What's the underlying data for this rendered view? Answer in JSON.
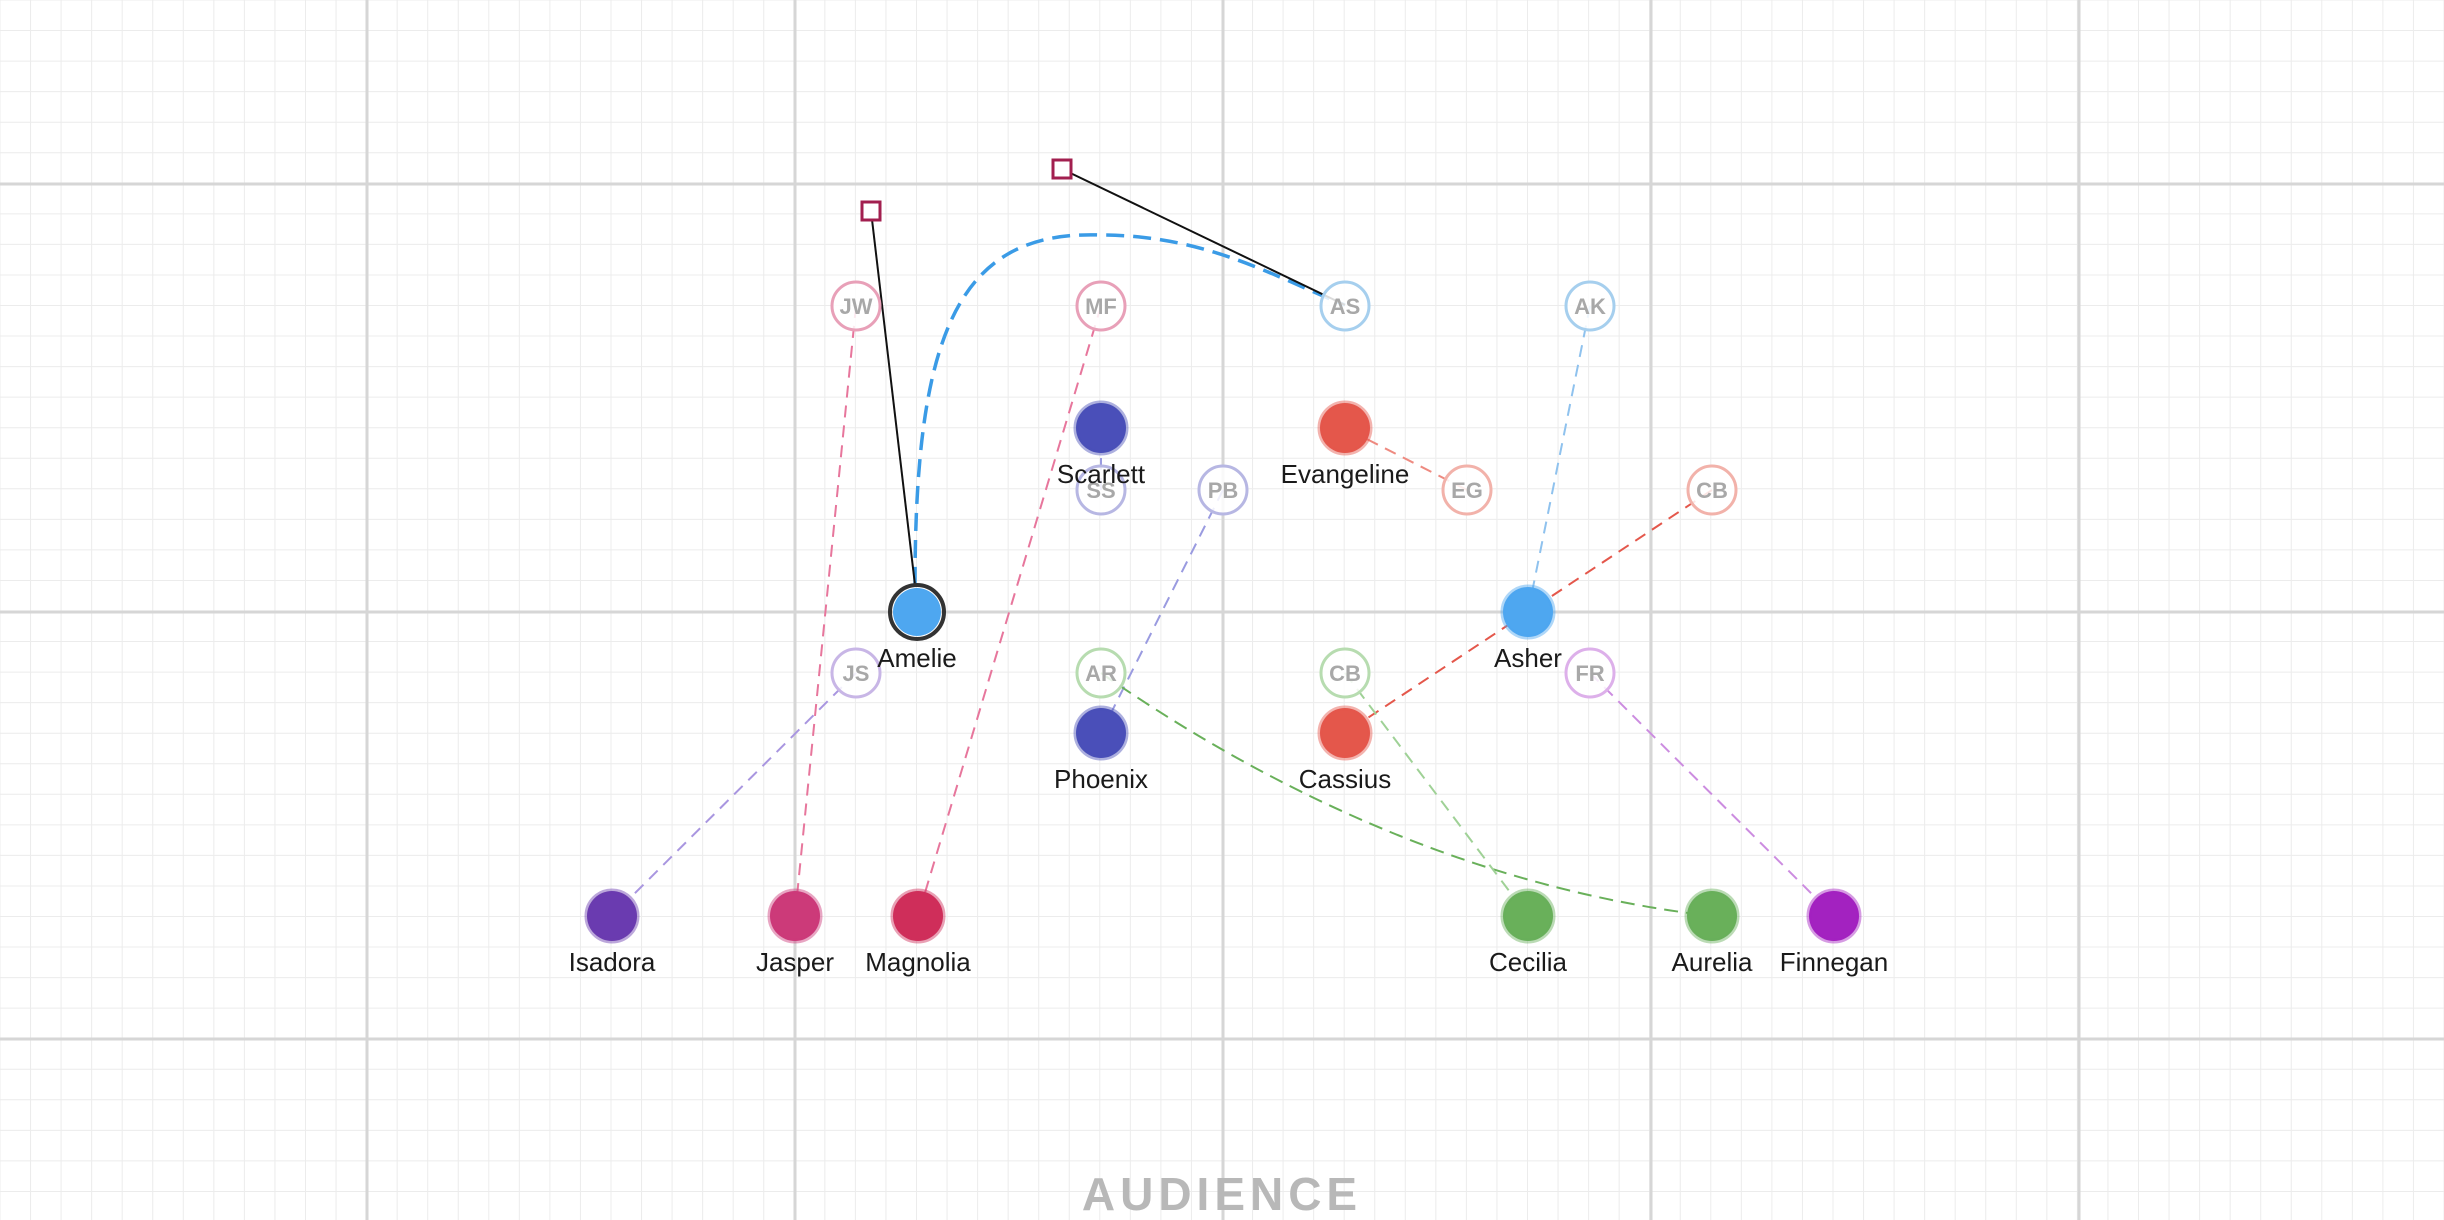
{
  "stage": {
    "audience_label": "AUDIENCE"
  },
  "dancers": [
    {
      "id": "amelie",
      "name": "Amelie",
      "color": "#4ea7f0",
      "selected": true
    },
    {
      "id": "scarlett",
      "name": "Scarlett",
      "color": "#4a4fb9"
    },
    {
      "id": "evangeline",
      "name": "Evangeline",
      "color": "#e4574b"
    },
    {
      "id": "asher",
      "name": "Asher",
      "color": "#4ea7f0"
    },
    {
      "id": "phoenix",
      "name": "Phoenix",
      "color": "#4a4fb9"
    },
    {
      "id": "cassius",
      "name": "Cassius",
      "color": "#e4574b"
    },
    {
      "id": "isadora",
      "name": "Isadora",
      "color": "#6a3bb0"
    },
    {
      "id": "jasper",
      "name": "Jasper",
      "color": "#cc3a79"
    },
    {
      "id": "magnolia",
      "name": "Magnolia",
      "color": "#cf2e5a"
    },
    {
      "id": "cecilia",
      "name": "Cecilia",
      "color": "#69b05a"
    },
    {
      "id": "aurelia",
      "name": "Aurelia",
      "color": "#69b05a"
    },
    {
      "id": "finnegan",
      "name": "Finnegan",
      "color": "#a322c0"
    }
  ],
  "ghosts": [
    {
      "id": "jw",
      "initials": "JW",
      "color": "#e8a0b8"
    },
    {
      "id": "mf",
      "initials": "MF",
      "color": "#e8a0b8"
    },
    {
      "id": "as",
      "initials": "AS",
      "color": "#a6cfee"
    },
    {
      "id": "ak",
      "initials": "AK",
      "color": "#a6cfee"
    },
    {
      "id": "ss",
      "initials": "SS",
      "color": "#b7b7e3"
    },
    {
      "id": "pb",
      "initials": "PB",
      "color": "#b7b7e3"
    },
    {
      "id": "eg",
      "initials": "EG",
      "color": "#f2b2aa"
    },
    {
      "id": "cb1",
      "initials": "CB",
      "color": "#f2b2aa"
    },
    {
      "id": "js",
      "initials": "JS",
      "color": "#c8b6e6"
    },
    {
      "id": "ar",
      "initials": "AR",
      "color": "#b7dcb0"
    },
    {
      "id": "cb2",
      "initials": "CB",
      "color": "#b7dcb0"
    },
    {
      "id": "fr",
      "initials": "FR",
      "color": "#ddb0ea"
    }
  ],
  "paths": [
    {
      "from": "jw",
      "to": "jasper",
      "color": "#e7769c"
    },
    {
      "from": "mf",
      "to": "magnolia",
      "color": "#e7769c"
    },
    {
      "from": "ak",
      "to": "asher",
      "color": "#8fc2ee"
    },
    {
      "from": "pb",
      "to": "phoenix",
      "color": "#9a9be0"
    },
    {
      "from": "eg",
      "to": "evangeline",
      "color": "#ee8a80"
    },
    {
      "from": "cb1",
      "to": "cassius",
      "color": "#e4574b"
    },
    {
      "from": "js",
      "to": "isadora",
      "color": "#a996e0"
    },
    {
      "from": "ar",
      "to": "aurelia",
      "color": "#69b05a"
    },
    {
      "from": "cb2",
      "to": "cecilia",
      "color": "#9fd196"
    },
    {
      "from": "fr",
      "to": "finnegan",
      "color": "#cc8ce0"
    },
    {
      "from": "ss",
      "to": "scarlett",
      "color": "#9a9be0"
    }
  ],
  "selected_path": {
    "color": "#3a9be6",
    "handle_color": "#a21f4f"
  },
  "colors": {
    "grid_minor": "#ececec",
    "grid_major": "#d6d6d6",
    "handle_line": "#111111"
  }
}
